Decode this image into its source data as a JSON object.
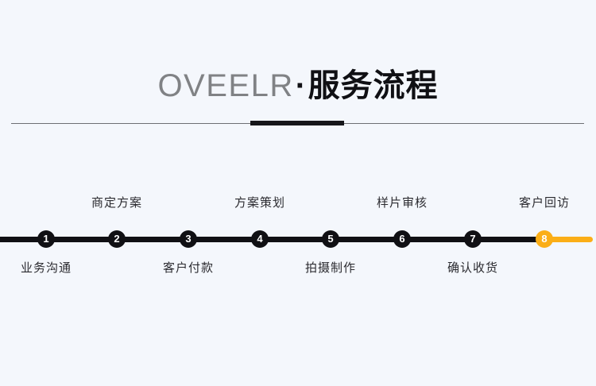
{
  "page": {
    "background_color": "#f4f7fc"
  },
  "header": {
    "brand": "OVEELR",
    "separator": "·",
    "title_cn": "服务流程",
    "brand_color": "#808285",
    "title_color": "#101014",
    "divider_color": "#6d6f74",
    "divider_accent_color": "#16161a"
  },
  "flow": {
    "line_color": "#101014",
    "active_color": "#fbae17",
    "node_text_color": "#ffffff",
    "label_color": "#2b2b30",
    "steps": [
      {
        "number": "1",
        "label": "业务沟通",
        "position": "below",
        "active": false
      },
      {
        "number": "2",
        "label": "商定方案",
        "position": "above",
        "active": false
      },
      {
        "number": "3",
        "label": "客户付款",
        "position": "below",
        "active": false
      },
      {
        "number": "4",
        "label": "方案策划",
        "position": "above",
        "active": false
      },
      {
        "number": "5",
        "label": "拍摄制作",
        "position": "below",
        "active": false
      },
      {
        "number": "6",
        "label": "样片审核",
        "position": "above",
        "active": false
      },
      {
        "number": "7",
        "label": "确认收货",
        "position": "below",
        "active": false
      },
      {
        "number": "8",
        "label": "客户回访",
        "position": "above",
        "active": true
      }
    ]
  }
}
